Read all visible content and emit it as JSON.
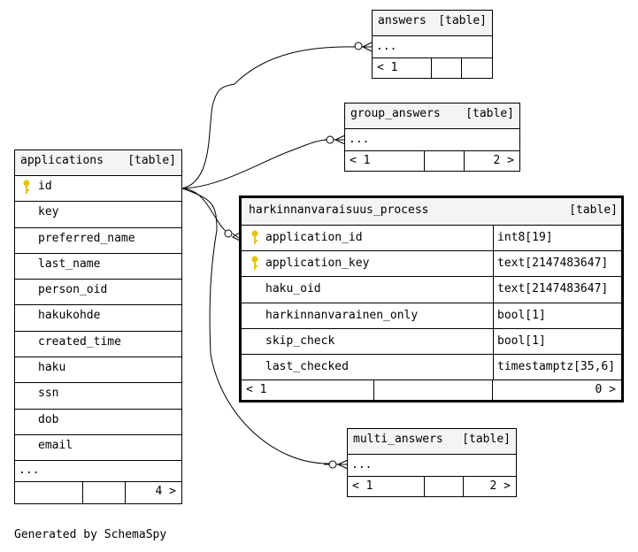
{
  "tables": {
    "answers": {
      "name": "answers",
      "kind": "[table]",
      "more": "...",
      "footer": {
        "left": "< 1",
        "right": ""
      }
    },
    "group_answers": {
      "name": "group_answers",
      "kind": "[table]",
      "more": "...",
      "footer": {
        "left": "< 1",
        "right": "2 >"
      }
    },
    "applications": {
      "name": "applications",
      "kind": "[table]",
      "columns": [
        {
          "name": "id",
          "pk": true
        },
        {
          "name": "key"
        },
        {
          "name": "preferred_name"
        },
        {
          "name": "last_name"
        },
        {
          "name": "person_oid"
        },
        {
          "name": "hakukohde"
        },
        {
          "name": "created_time"
        },
        {
          "name": "haku"
        },
        {
          "name": "ssn"
        },
        {
          "name": "dob"
        },
        {
          "name": "email"
        }
      ],
      "more": "...",
      "footer": {
        "left": "",
        "right": "4 >"
      }
    },
    "harkinnanvaraisuus_process": {
      "name": "harkinnanvaraisuus_process",
      "kind": "[table]",
      "columns": [
        {
          "name": "application_id",
          "type": "int8[19]",
          "pk": true
        },
        {
          "name": "application_key",
          "type": "text[2147483647]",
          "pk": true
        },
        {
          "name": "haku_oid",
          "type": "text[2147483647]"
        },
        {
          "name": "harkinnanvarainen_only",
          "type": "bool[1]"
        },
        {
          "name": "skip_check",
          "type": "bool[1]"
        },
        {
          "name": "last_checked",
          "type": "timestamptz[35,6]"
        }
      ],
      "footer": {
        "left": "< 1",
        "right": "0 >"
      }
    },
    "multi_answers": {
      "name": "multi_answers",
      "kind": "[table]",
      "more": "...",
      "footer": {
        "left": "< 1",
        "right": "2 >"
      }
    }
  },
  "icons": {
    "pk": "key-icon"
  },
  "colors": {
    "pk_key": "#e8c400",
    "header_bg": "#f4f4f4"
  },
  "generated_by": "Generated by SchemaSpy"
}
